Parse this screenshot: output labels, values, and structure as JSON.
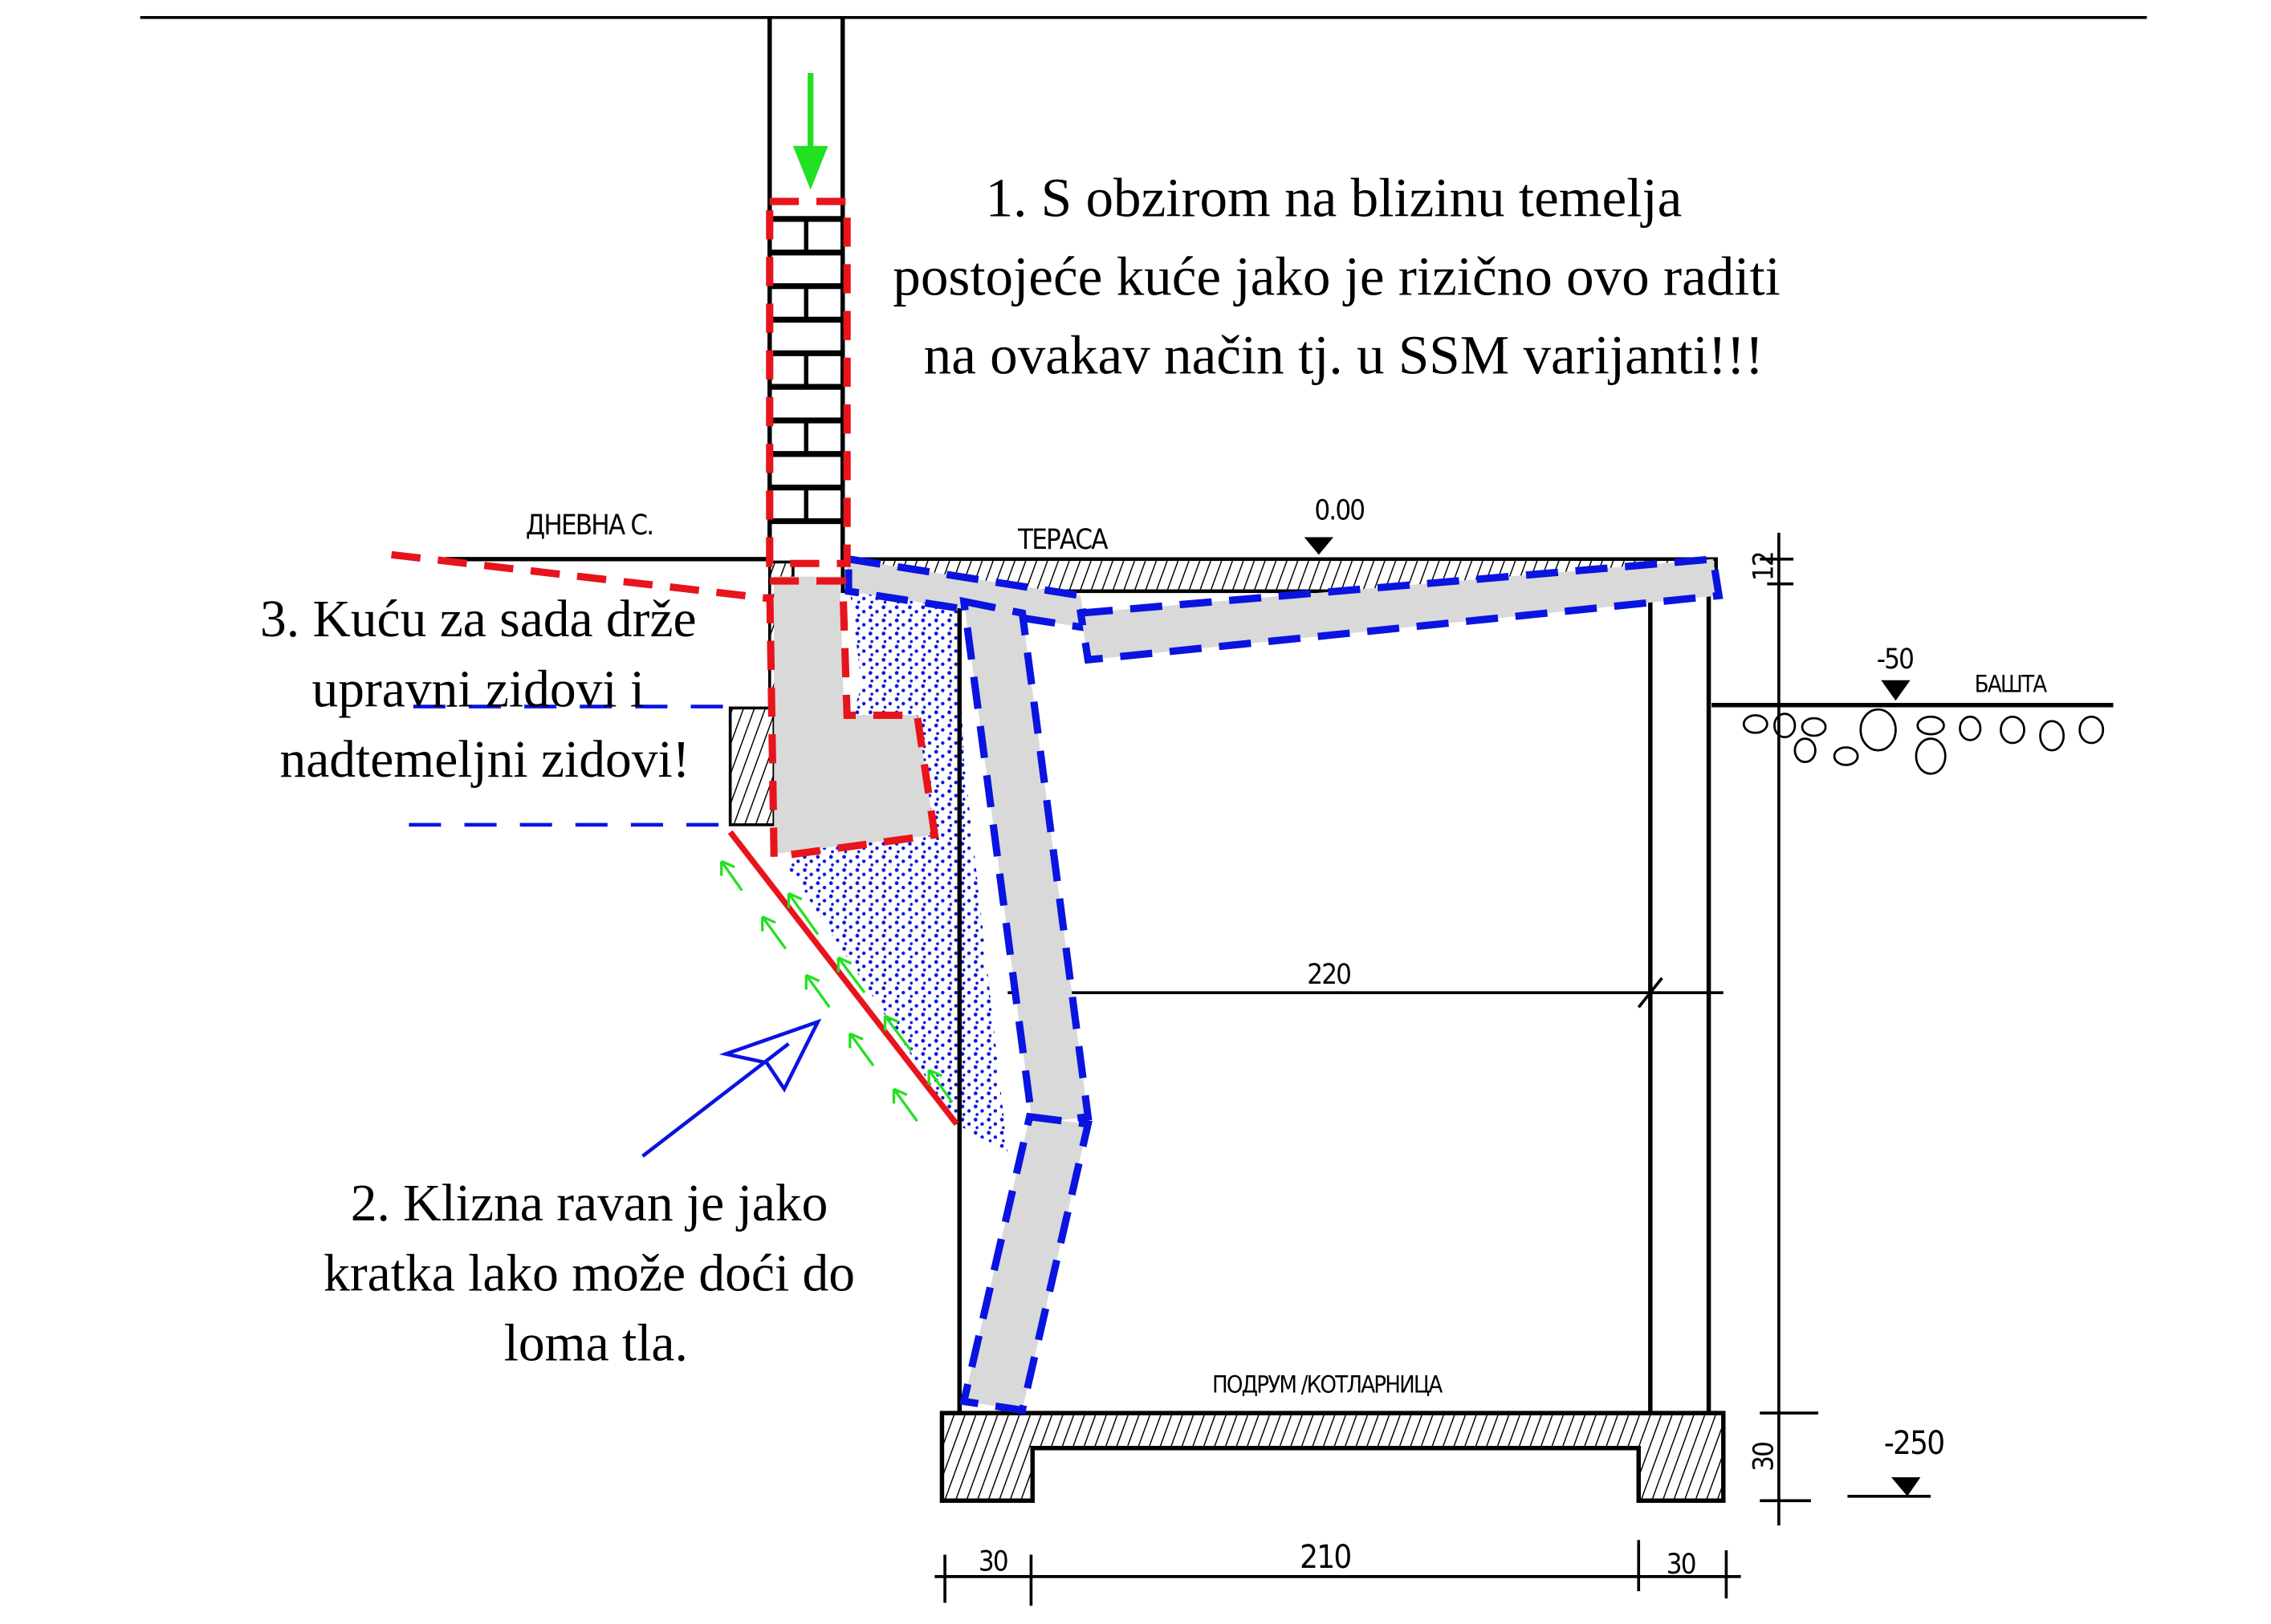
{
  "annotations": {
    "note1": [
      "1. S obzirom na blizinu temelja",
      "postojeće kuće jako je rizično ovo raditi",
      "na ovakav način tj. u SSM varijanti!!!"
    ],
    "note2": [
      "2. Klizna ravan je jako",
      "kratka lako može doći do",
      "loma tla."
    ],
    "note3": [
      "3. Kuću za sada drže",
      "upravni zidovi i",
      "nadtemeljni zidovi!"
    ]
  },
  "labels": {
    "living_room": "ДНЕВНА С.",
    "terrace": "ТЕРАСА",
    "level_terrace": "0.00",
    "slab_thickness": "12",
    "level_garden": "-50",
    "garden": "БАШТА",
    "interior_width": "220",
    "basement": "ПОДРУМ /КОТЛАРНИЦА",
    "floor_thickness": "30",
    "level_basement": "-250",
    "dim_left": "30",
    "dim_middle": "210",
    "dim_right": "30"
  },
  "colors": {
    "red": "#e8141c",
    "blue": "#0a14e0",
    "green": "#22e022",
    "gray_fill": "#d9d9d9"
  }
}
